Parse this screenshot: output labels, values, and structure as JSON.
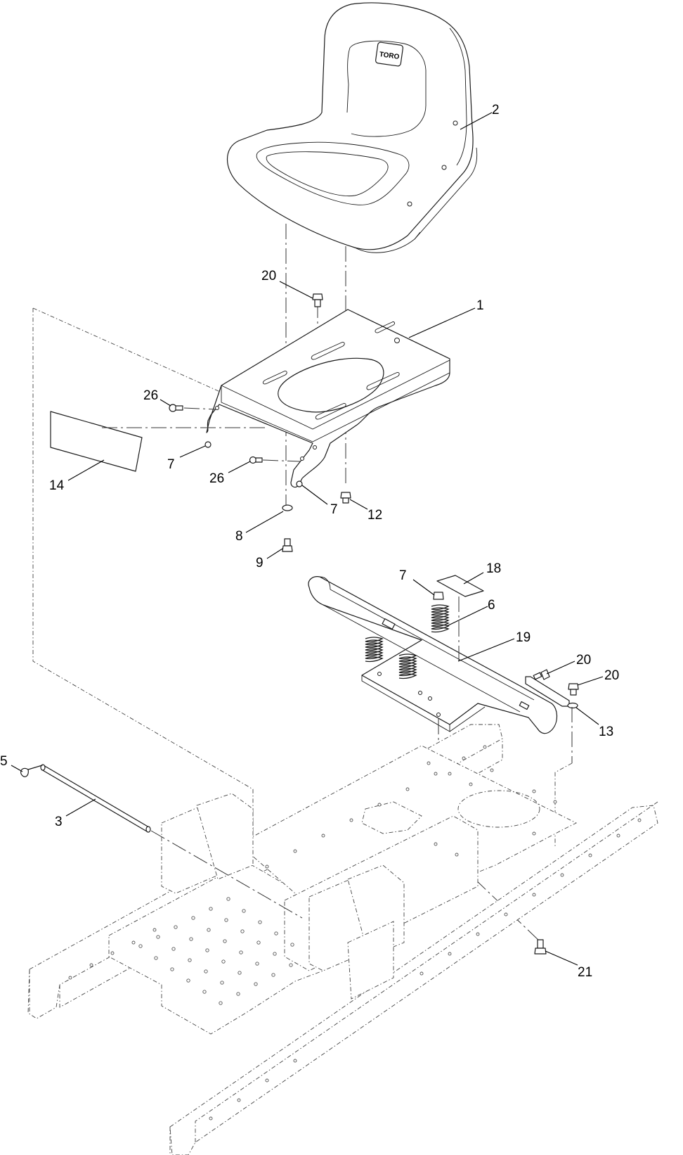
{
  "logo": {
    "text": "TORO"
  },
  "callouts": [
    {
      "id": "c-2",
      "label": "2"
    },
    {
      "id": "c-20a",
      "label": "20"
    },
    {
      "id": "c-1",
      "label": "1"
    },
    {
      "id": "c-26a",
      "label": "26"
    },
    {
      "id": "c-7a",
      "label": "7"
    },
    {
      "id": "c-14",
      "label": "14"
    },
    {
      "id": "c-26b",
      "label": "26"
    },
    {
      "id": "c-7b",
      "label": "7"
    },
    {
      "id": "c-12",
      "label": "12"
    },
    {
      "id": "c-8",
      "label": "8"
    },
    {
      "id": "c-9",
      "label": "9"
    },
    {
      "id": "c-18",
      "label": "18"
    },
    {
      "id": "c-7c",
      "label": "7"
    },
    {
      "id": "c-6",
      "label": "6"
    },
    {
      "id": "c-19",
      "label": "19"
    },
    {
      "id": "c-20b",
      "label": "20"
    },
    {
      "id": "c-20c",
      "label": "20"
    },
    {
      "id": "c-13",
      "label": "13"
    },
    {
      "id": "c-5",
      "label": "5"
    },
    {
      "id": "c-3",
      "label": "3"
    },
    {
      "id": "c-21",
      "label": "21"
    }
  ]
}
